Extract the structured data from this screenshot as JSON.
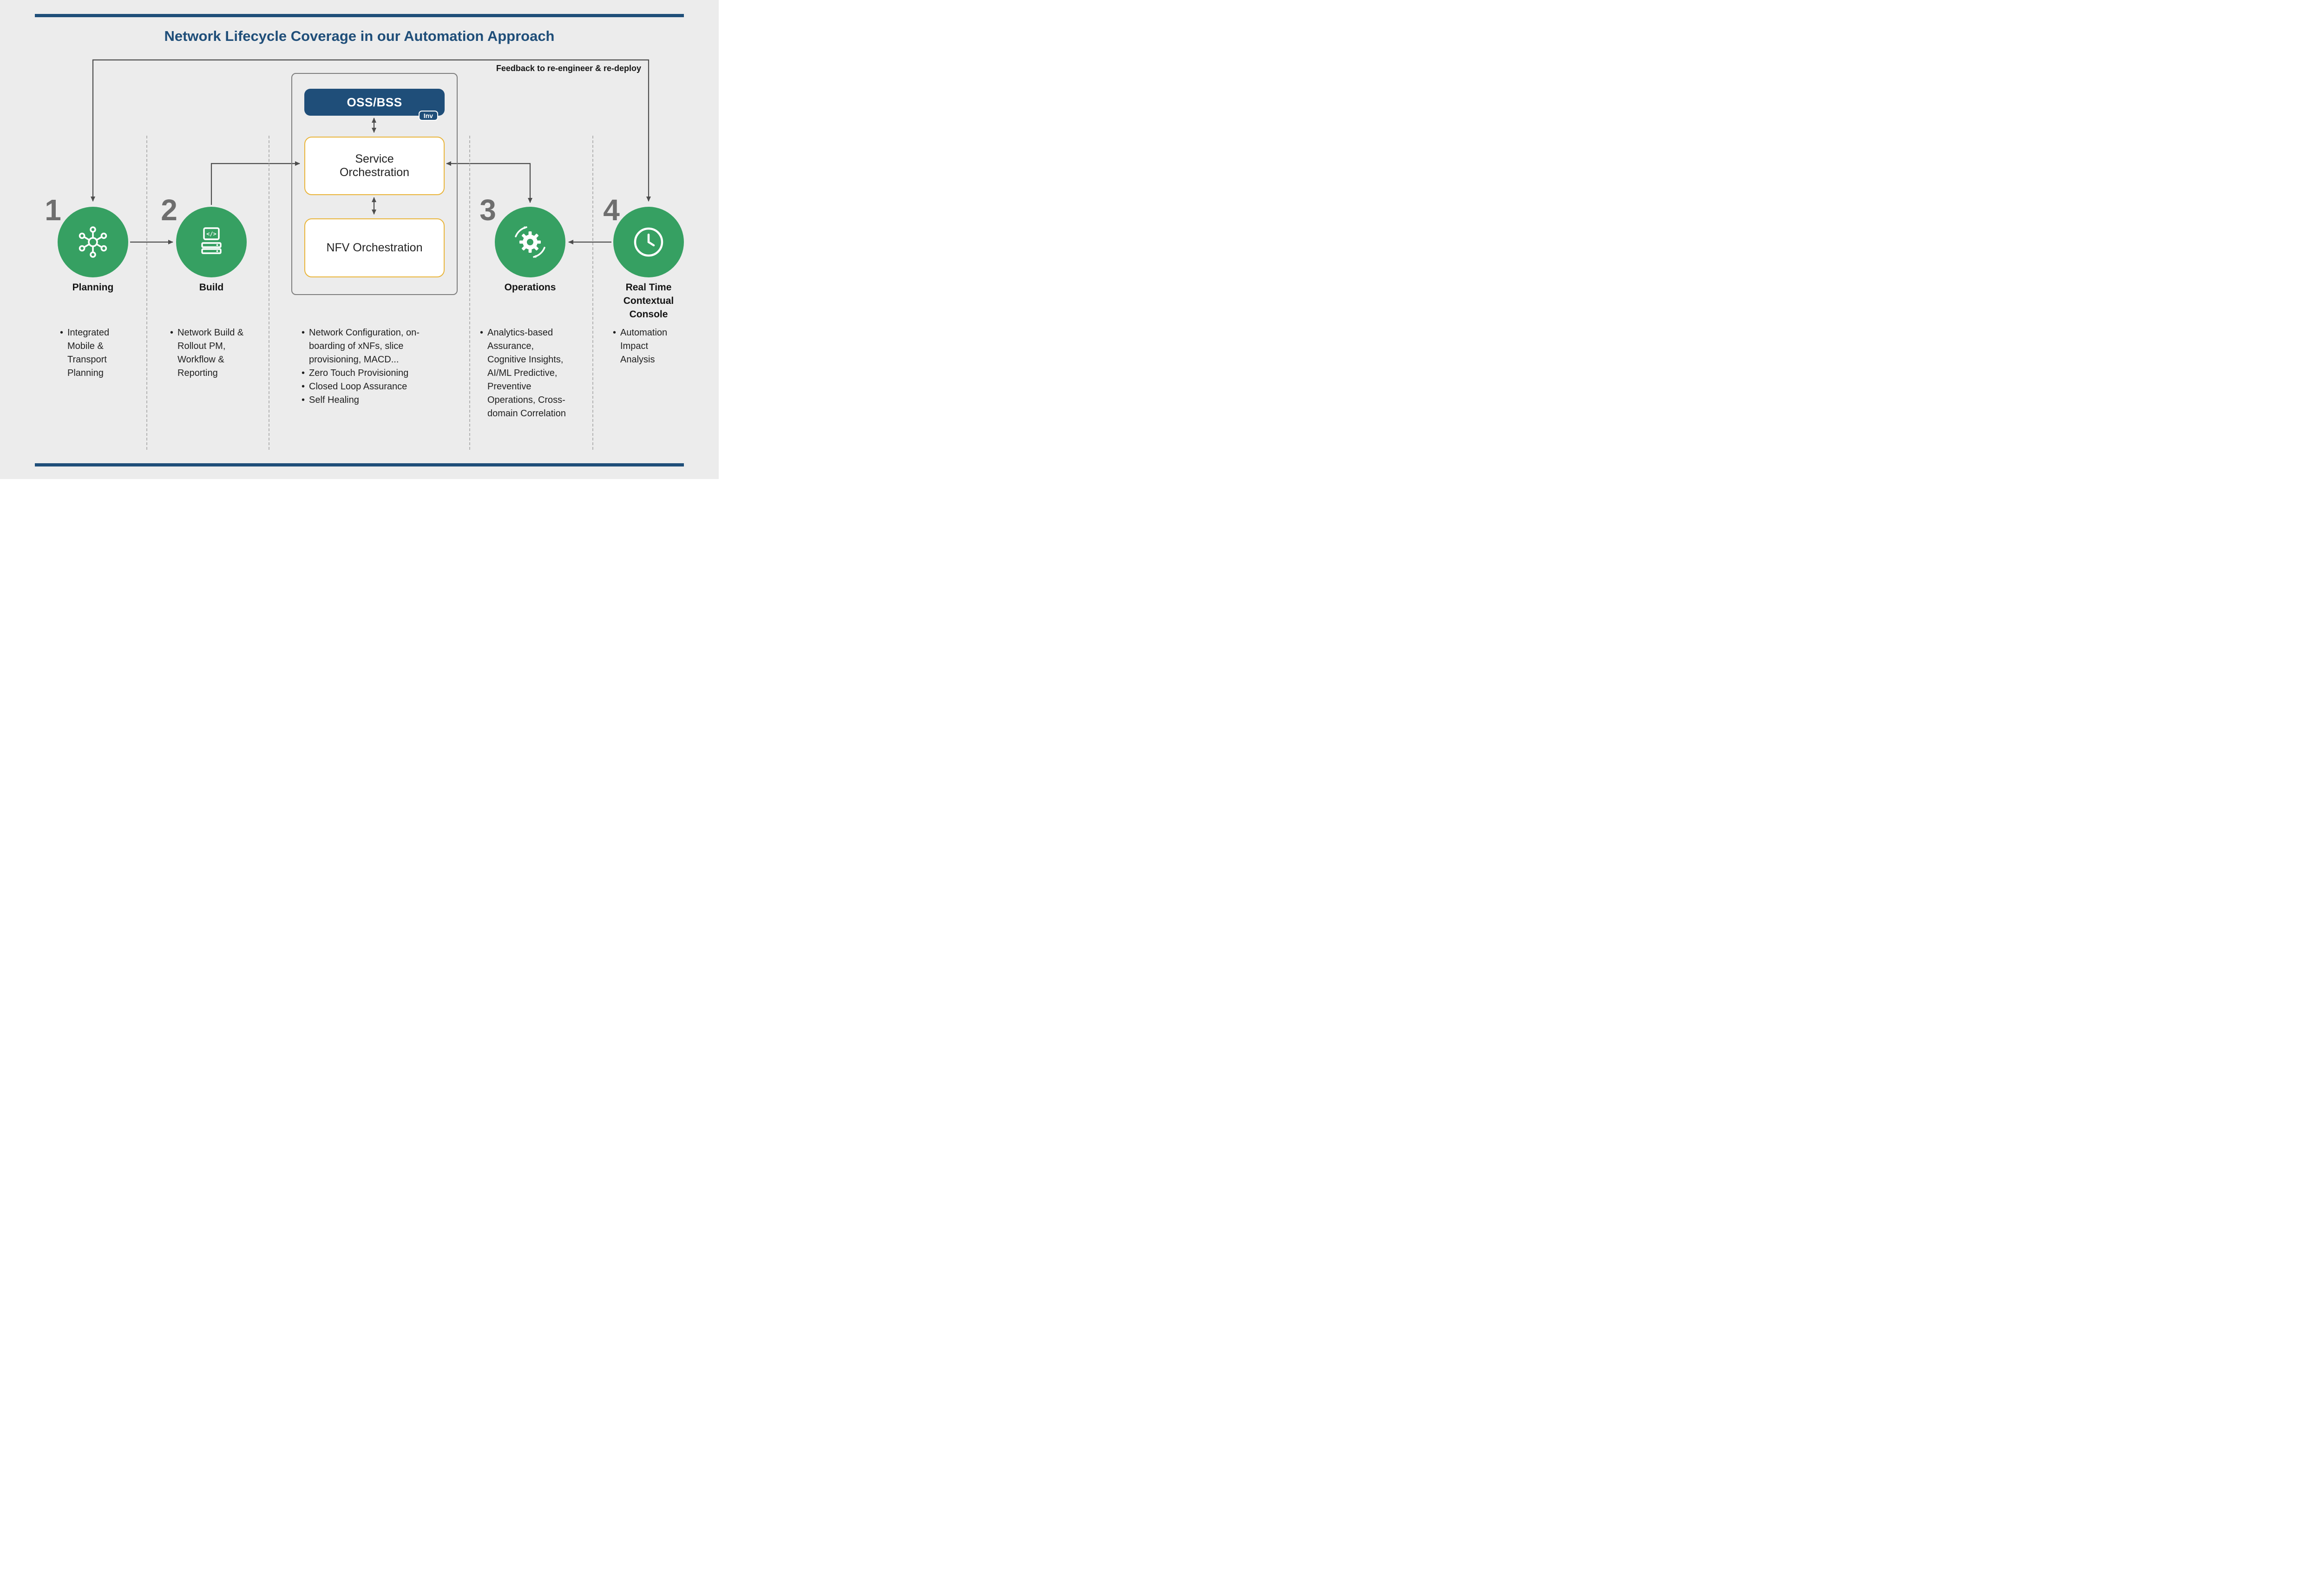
{
  "title": "Network Lifecycle Coverage in our Automation Approach",
  "feedback_label": "Feedback to re-engineer & re-deploy",
  "colors": {
    "navy": "#1f4e79",
    "green": "#36a062",
    "gold": "#e9b53c",
    "arrow": "#4d4d4d",
    "numgray": "#6e6e6e",
    "bg": "#ececec",
    "ink": "#1c1c1c"
  },
  "center_stack": {
    "oss_bss": "OSS/BSS",
    "inv_badge": "Inv",
    "service_orchestration": "Service Orchestration",
    "nfv_orchestration": "NFV Orchestration",
    "bullets": [
      "Network Configuration, on-boarding of xNFs, slice provisioning, MACD...",
      "Zero Touch Provisioning",
      "Closed Loop Assurance",
      "Self Healing"
    ]
  },
  "stages": [
    {
      "number": "1",
      "label": "Planning",
      "icon": "network-icon",
      "bullets": [
        "Integrated Mobile & Transport Planning"
      ]
    },
    {
      "number": "2",
      "label": "Build",
      "icon": "code-server-icon",
      "icon_glyph": "</>",
      "bullets": [
        "Network Build & Rollout PM, Workflow & Reporting"
      ]
    },
    {
      "number": "3",
      "label": "Operations",
      "icon": "gear-sync-icon",
      "bullets": [
        "Analytics-based Assurance, Cognitive Insights, AI/ML Predictive, Preventive Operations, Cross-domain Correlation"
      ]
    },
    {
      "number": "4",
      "label": "Real Time Contextual Console",
      "icon": "clock-icon",
      "bullets": [
        "Automation Impact Analysis"
      ]
    }
  ]
}
